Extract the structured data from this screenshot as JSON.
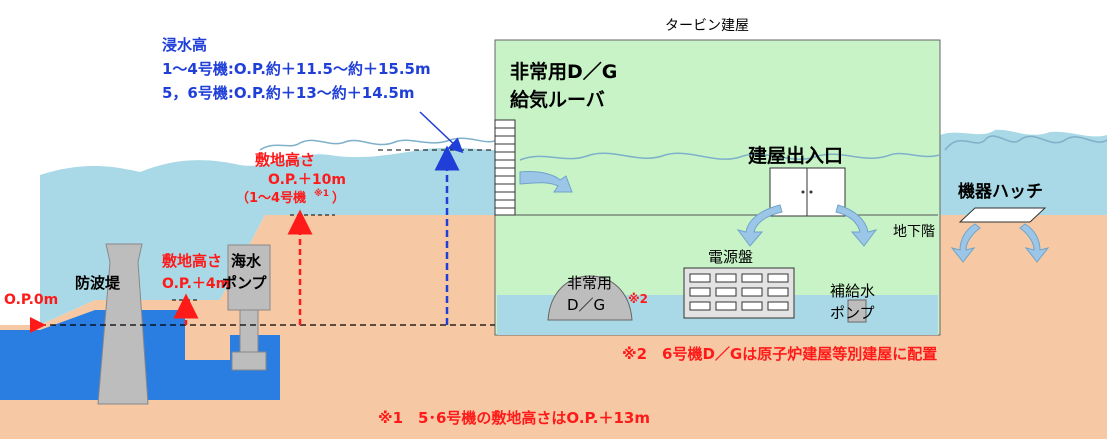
{
  "colors": {
    "sea": "#a9d9e6",
    "sea_dark": "#2a7de1",
    "ground": "#f6c9a4",
    "building": "#c7f3c7",
    "structure": "#bdbdbd",
    "red": "#ff1a1a",
    "blue": "#1f3fd8",
    "arrow": "#9cc6e8"
  },
  "labels": {
    "turbine_building": "タービン建屋",
    "flood_height_title": "浸水高",
    "flood_height_units1to4": "1～4号機:O.P.約＋11.5～約＋15.5m",
    "flood_height_units5to6": "5，6号機:O.P.約＋13～約＋14.5m",
    "site_height_10_title": "敷地高さ",
    "site_height_10_value": "O.P.＋10m",
    "site_height_10_note": "（1～4号機",
    "note_mark_1": "※1",
    "site_height_4_title": "敷地高さ",
    "site_height_4_value": "O.P.＋4m",
    "breakwater": "防波堤",
    "seawater_pump_1": "海水",
    "seawater_pump_2": "ポンプ",
    "op_zero": "O.P.0m",
    "emergency_dg_louver_1": "非常用D／G",
    "emergency_dg_louver_2": "給気ルーバ",
    "building_entrance": "建屋出入口",
    "equipment_hatch": "機器ハッチ",
    "basement": "地下階",
    "emergency_dg_1": "非常用",
    "emergency_dg_2": "D／G",
    "note_mark_2": "※2",
    "power_panel": "電源盤",
    "makeup_pump_1": "補給水",
    "makeup_pump_2": "ポンプ",
    "footnote_2": "※2　6号機D／Gは原子炉建屋等別建屋に配置",
    "footnote_1": "※1　5･6号機の敷地高さはO.P.＋13m"
  }
}
